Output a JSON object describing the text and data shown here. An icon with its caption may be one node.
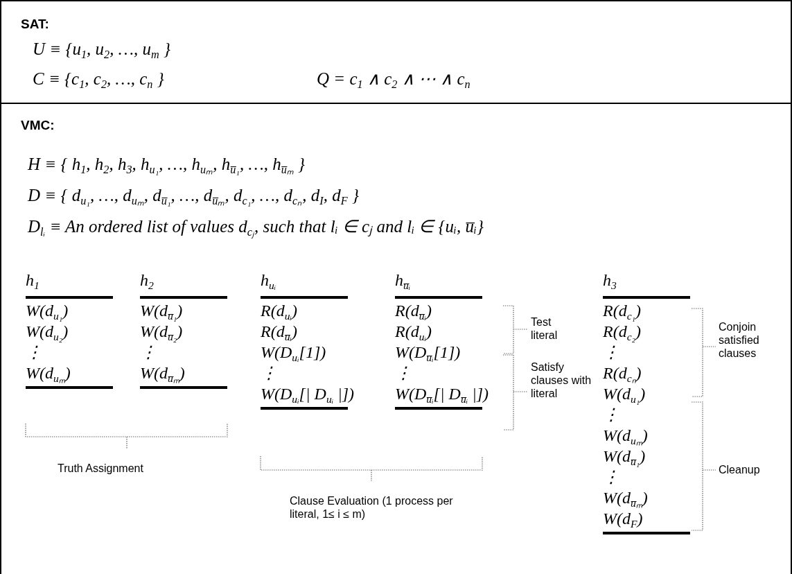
{
  "diagram": {
    "nodes": [
      {
        "text": [
          "SAT:",
          "U ≡ {u$_{1}$, u$_{2}$, …, u$_{m}$ }",
          "C ≡ {c$_{1}$, c$_{2}$, …, c$_{n}$ }",
          "Q = c$_{1}$ ∧ c$_{2}$ ∧ ⋯ ∧ c$_{n}$"
        ]
      },
      {
        "text": [
          "VMC:",
          "H ≡ { h$_{1}$, h$_{2}$, h$_{3}$, h$_{u₁}$, …, h$_{uₘ}$, h$_{u̅₁}$, …, h$_{u̅ₘ}$ }",
          "D ≡ { d$_{u₁}$, …, d$_{uₘ}$, d$_{u̅₁}$, …, d$_{u̅ₘ}$, d$_{c₁}$, …, d$_{cₙ}$, d$_{I}$, d$_{F}$ }",
          "D$_{lᵢ}$ ≡ An ordered list of values d$_{cⱼ}$, such that lᵢ ∈ cⱼ and lᵢ ∈ {uᵢ, u̅ᵢ}"
        ]
      },
      {
        "text": [
          "h$_{1}$",
          "W(d$_{u₁}$)",
          "W(d$_{u₂}$)",
          "⋮",
          "W(d$_{uₘ}$)"
        ],
        "in": 1
      },
      {
        "text": [
          "h$_{2}$",
          "W(d$_{u̅₁}$)",
          "W(d$_{u̅₂}$)",
          "⋮",
          "W(d$_{u̅ₘ}$)"
        ],
        "in": 1
      },
      {
        "text": [
          "h$_{uᵢ}$",
          "R(d$_{uᵢ}$)",
          "R(d$_{u̅ᵢ}$)",
          "W(D$_{uᵢ}$[1])",
          "⋮",
          "W(D$_{uᵢ}$[| D$_{uᵢ}$ |])"
        ],
        "in": 1
      },
      {
        "text": [
          "h$_{u̅ᵢ}$",
          "R(d$_{u̅ᵢ}$)",
          "R(d$_{uᵢ}$)",
          "W(D$_{u̅ᵢ}$[1])",
          "⋮",
          "W(D$_{u̅ᵢ}$[| D$_{u̅ᵢ}$ |])"
        ],
        "in": 1
      },
      {
        "text": [
          "h$_{3}$",
          "R(d$_{c₁}$)",
          "R(d$_{c₂}$)",
          "⋮",
          "R(d$_{cₙ}$)",
          "W(d$_{u₁}$)",
          "⋮",
          "W(d$_{uₘ}$)",
          "W(d$_{u̅₁}$)",
          "⋮",
          "W(d$_{u̅ₘ}$)",
          "W(d$_{F}$)"
        ],
        "in": 1
      }
    ],
    "labels": [
      "Test literal",
      "Satisfy clauses with literal",
      "Conjoin satisfied clauses",
      "Truth Assignment",
      "Cleanup",
      "Clause Evaluation (1 process per literal, 1≤ i ≤ m)"
    ]
  }
}
